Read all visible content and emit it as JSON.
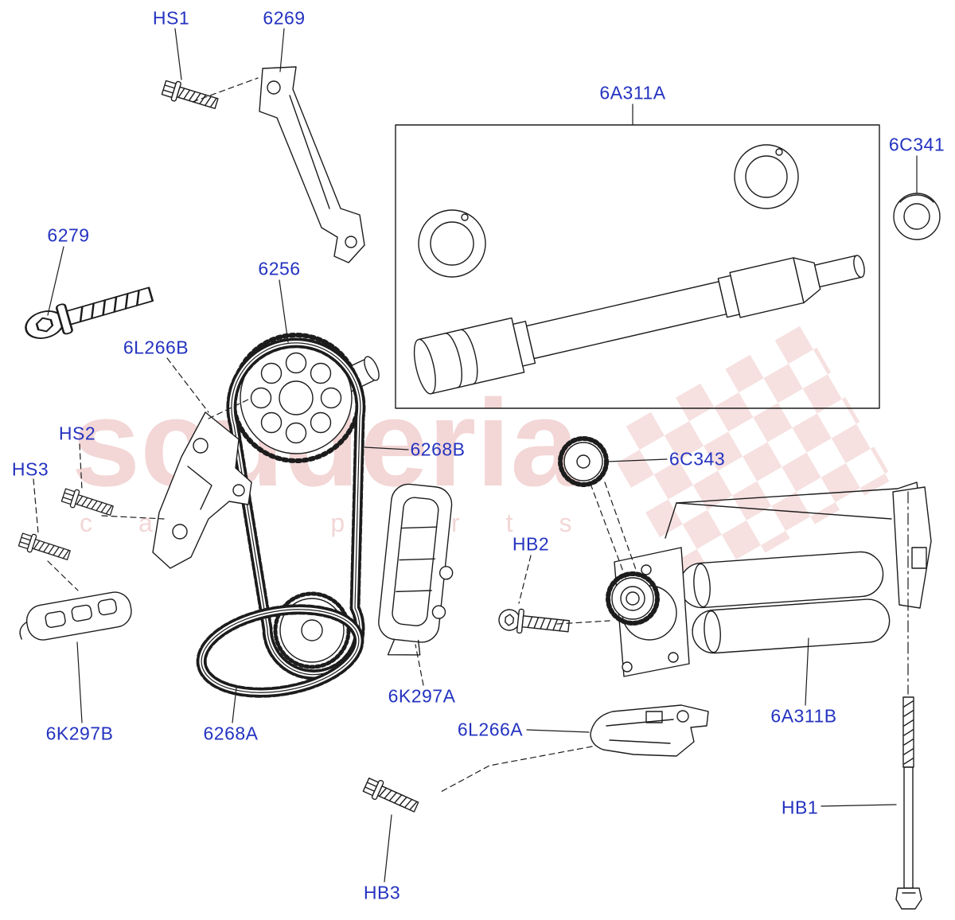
{
  "colors": {
    "label_blue": "#2433c0",
    "line_black": "#1c1c1c",
    "watermark_pink": "#e8aeae"
  },
  "watermark": {
    "brand": "scuderia",
    "tagline": "car parts"
  },
  "labels": {
    "hs1": "HS1",
    "part_6269": "6269",
    "part_6a311a": "6A311A",
    "part_6c341": "6C341",
    "part_6279": "6279",
    "part_6256": "6256",
    "part_6l266b": "6L266B",
    "hs2": "HS2",
    "hs3": "HS3",
    "part_6268b": "6268B",
    "part_6c343": "6C343",
    "hb2": "HB2",
    "part_6k297b": "6K297B",
    "part_6268a": "6268A",
    "part_6k297a": "6K297A",
    "part_6l266a": "6L266A",
    "part_6a311b": "6A311B",
    "hb3": "HB3",
    "hb1": "HB1"
  }
}
